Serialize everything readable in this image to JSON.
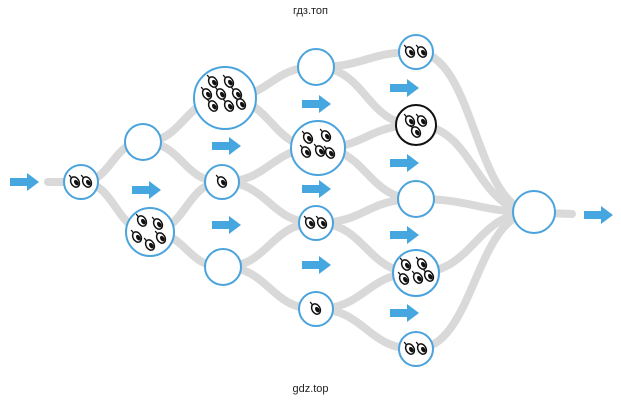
{
  "watermark_top": "гдз.топ",
  "watermark_bottom": "gdz.top",
  "colors": {
    "path": "#d9d9d9",
    "node_stroke": "#4aa3dc",
    "highlight_stroke": "#111111",
    "arrow": "#46a6e0",
    "ball_fill": "#ffffff",
    "ball_stroke": "#111111"
  },
  "diagram": {
    "description_icons": [
      "arrow-icon",
      "ball-icon"
    ],
    "levels": [
      {
        "level": 0,
        "nodes": [
          {
            "id": "A",
            "balls": 2
          }
        ]
      },
      {
        "level": 1,
        "nodes": [
          {
            "id": "B1",
            "balls": 0
          },
          {
            "id": "B2",
            "balls": 5
          }
        ]
      },
      {
        "level": 2,
        "nodes": [
          {
            "id": "C1",
            "balls": 8
          },
          {
            "id": "C2",
            "balls": 1
          },
          {
            "id": "C3",
            "balls": 0
          }
        ]
      },
      {
        "level": 3,
        "nodes": [
          {
            "id": "D1",
            "balls": 0
          },
          {
            "id": "D2",
            "balls": 5
          },
          {
            "id": "D3",
            "balls": 2
          },
          {
            "id": "D4",
            "balls": 1
          }
        ]
      },
      {
        "level": 4,
        "nodes": [
          {
            "id": "E1",
            "balls": 2
          },
          {
            "id": "E2",
            "balls": 3,
            "highlight": true
          },
          {
            "id": "E3",
            "balls": 0
          },
          {
            "id": "E4",
            "balls": 5
          },
          {
            "id": "E5",
            "balls": 2
          }
        ]
      },
      {
        "level": 5,
        "nodes": [
          {
            "id": "F",
            "balls": 0
          }
        ]
      }
    ]
  }
}
